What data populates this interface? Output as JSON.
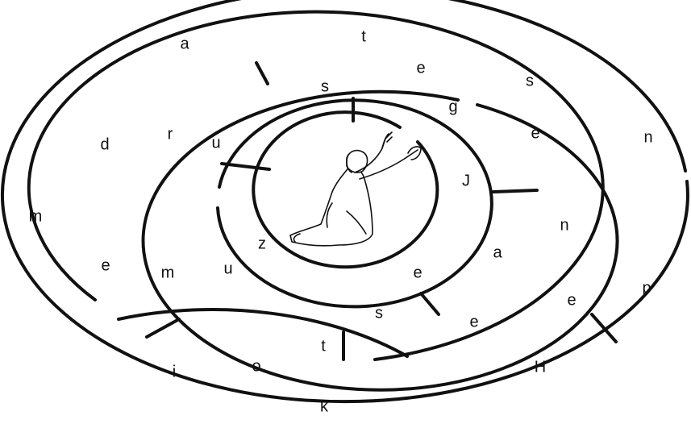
{
  "puzzle": {
    "type": "circular letter maze",
    "center_figure": "kneeling-praying-man-icon",
    "letters": [
      {
        "name": "letter-a-outer-top-left",
        "char": "a"
      },
      {
        "name": "letter-t-outer-top",
        "char": "t"
      },
      {
        "name": "letter-e-ring2-top",
        "char": "e"
      },
      {
        "name": "letter-s-ring2-top-right",
        "char": "s"
      },
      {
        "name": "letter-s-ring3-top",
        "char": "s"
      },
      {
        "name": "letter-g-ring3-top-right",
        "char": "g"
      },
      {
        "name": "letter-e-ring3-right",
        "char": "e"
      },
      {
        "name": "letter-n-outer-right",
        "char": "n"
      },
      {
        "name": "letter-d-ring2-left",
        "char": "d"
      },
      {
        "name": "letter-r-ring3-left",
        "char": "r"
      },
      {
        "name": "letter-u-ring4-left",
        "char": "u"
      },
      {
        "name": "letter-J-ring4-right",
        "char": "J"
      },
      {
        "name": "letter-m-outer-left",
        "char": "m"
      },
      {
        "name": "letter-n-ring3-right",
        "char": "n"
      },
      {
        "name": "letter-z-inner-left",
        "char": "z"
      },
      {
        "name": "letter-a-ring4-right",
        "char": "a"
      },
      {
        "name": "letter-e-ring2-left",
        "char": "e"
      },
      {
        "name": "letter-m-ring3-lower-left",
        "char": "m"
      },
      {
        "name": "letter-u-ring4-lower-left",
        "char": "u"
      },
      {
        "name": "letter-e-ring4-bottom",
        "char": "e"
      },
      {
        "name": "letter-p-outer-right",
        "char": "p"
      },
      {
        "name": "letter-e-ring2-right",
        "char": "e"
      },
      {
        "name": "letter-s-ring3-bottom",
        "char": "s"
      },
      {
        "name": "letter-e-ring3-bottom-right",
        "char": "e"
      },
      {
        "name": "letter-t-ring2-bottom",
        "char": "t"
      },
      {
        "name": "letter-i-outer-bottom-left",
        "char": "i"
      },
      {
        "name": "letter-o-ring2-bottom",
        "char": "o"
      },
      {
        "name": "letter-H-outer-bottom-right",
        "char": "H"
      },
      {
        "name": "letter-k-outer-bottom",
        "char": "k"
      }
    ]
  }
}
